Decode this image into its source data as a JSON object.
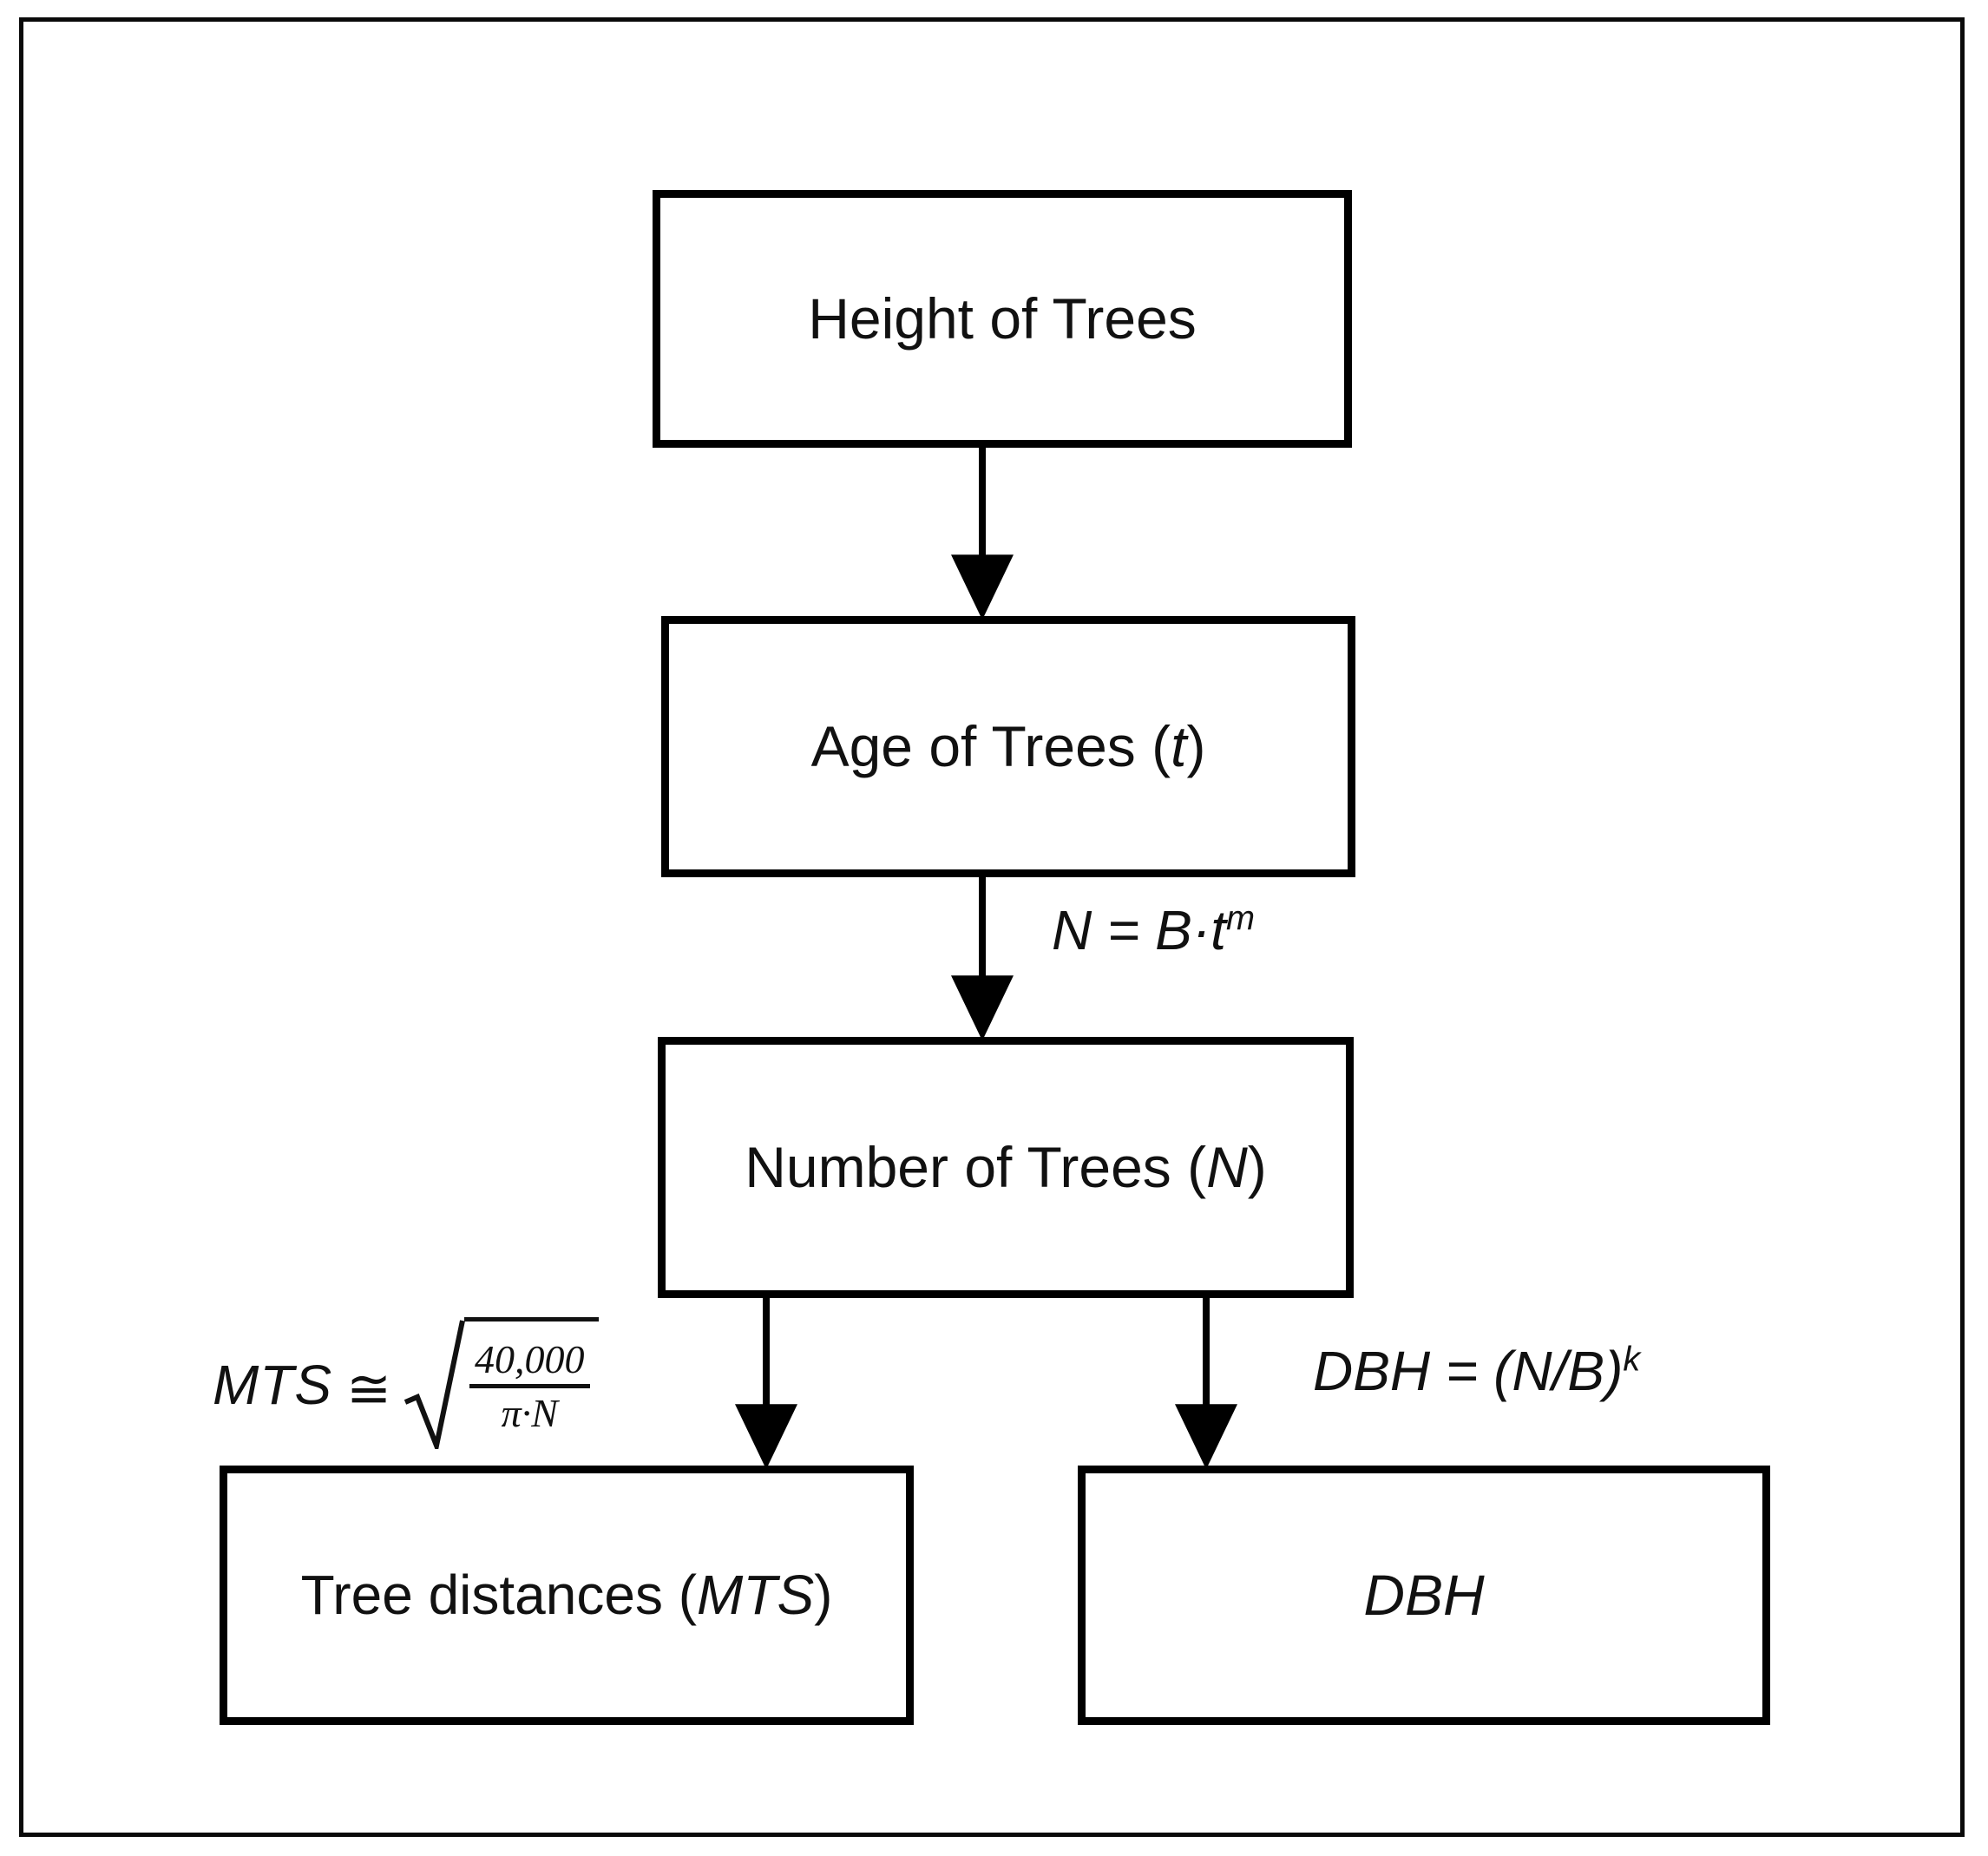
{
  "figure": {
    "type": "flowchart",
    "orientation": "top-down",
    "background_color": "#ffffff",
    "line_color": "#000000",
    "frame": {
      "border_color": "#0a0a0a"
    }
  },
  "nodes": [
    {
      "id": "height-of-trees",
      "label": "Height of Trees",
      "text_parts": [
        {
          "text": "Height of Trees",
          "style": "regular"
        }
      ]
    },
    {
      "id": "age-of-trees",
      "label": "Age of Trees (t)",
      "text_parts": [
        {
          "text": "Age of Trees (",
          "style": "regular"
        },
        {
          "text": "t",
          "style": "italic"
        },
        {
          "text": ")",
          "style": "regular"
        }
      ]
    },
    {
      "id": "number-of-trees",
      "label": "Number of Trees (N)",
      "text_parts": [
        {
          "text": "Number of Trees (",
          "style": "regular"
        },
        {
          "text": "N",
          "style": "italic"
        },
        {
          "text": ")",
          "style": "regular"
        }
      ]
    },
    {
      "id": "tree-distances",
      "label": "Tree distances (MTS)",
      "text_parts": [
        {
          "text": "Tree distances (",
          "style": "regular"
        },
        {
          "text": "MTS",
          "style": "italic"
        },
        {
          "text": ")",
          "style": "regular"
        }
      ]
    },
    {
      "id": "dbh",
      "label": "DBH",
      "text_parts": [
        {
          "text": "DBH",
          "style": "italic"
        }
      ]
    }
  ],
  "node_text": {
    "height_of_trees": "Height of Trees",
    "age_of_trees_prefix": "Age of Trees (",
    "age_of_trees_var": "t",
    "age_of_trees_suffix": ")",
    "number_of_trees_prefix": "Number of Trees (",
    "number_of_trees_var": "N",
    "number_of_trees_suffix": ")",
    "tree_distances_prefix": "Tree distances (",
    "tree_distances_var": "MTS",
    "tree_distances_suffix": ")",
    "dbh": "DBH"
  },
  "edges": [
    {
      "id": "e1",
      "from": "height-of-trees",
      "to": "age-of-trees",
      "label": ""
    },
    {
      "id": "e2",
      "from": "age-of-trees",
      "to": "number-of-trees",
      "label": "N = B·t^m"
    },
    {
      "id": "e3",
      "from": "number-of-trees",
      "to": "tree-distances",
      "label": "MTS ≅ √(40,000 / π·N)"
    },
    {
      "id": "e4",
      "from": "number-of-trees",
      "to": "dbh",
      "label": "DBH = (N/B)^k"
    }
  ],
  "formulas": {
    "number_of_trees": {
      "lhs": "N",
      "relation": "=",
      "base": "B·t",
      "exponent": "m",
      "plain": "N = B·t^m"
    },
    "mean_tree_spacing": {
      "lhs": "MTS",
      "relation": "≅",
      "numerator": "40,000",
      "denominator": "π·N",
      "plain": "MTS ≅ sqrt(40,000 / π·N)"
    },
    "dbh": {
      "lhs": "DBH",
      "relation": "=",
      "base": "(N/B)",
      "exponent": "k",
      "plain": "DBH = (N/B)^k"
    }
  }
}
